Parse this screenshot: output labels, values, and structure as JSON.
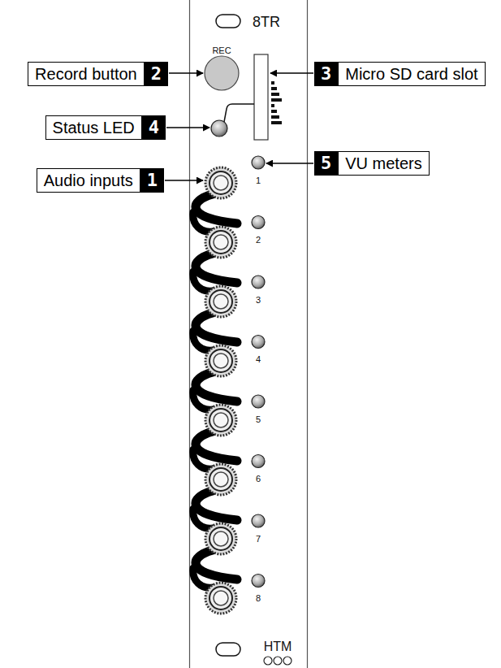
{
  "diagram": {
    "nodes": [
      {
        "text": [
          "Record button",
          "2"
        ]
      },
      {
        "text": [
          "3",
          "Micro SD card slot"
        ]
      },
      {
        "text": [
          "Status LED",
          "4"
        ]
      },
      {
        "text": [
          "5",
          "VU meters"
        ]
      },
      {
        "text": [
          "Audio inputs",
          "1"
        ]
      }
    ],
    "labels": [
      "8TR",
      "REC",
      "1",
      "2",
      "3",
      "4",
      "5",
      "6",
      "7",
      "8",
      "HTM"
    ]
  }
}
